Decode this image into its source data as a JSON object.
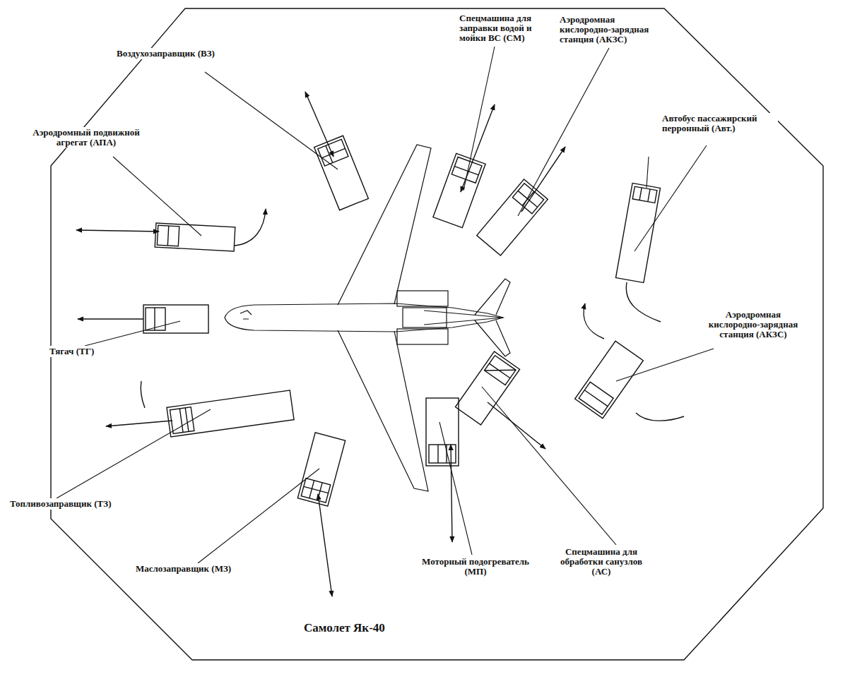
{
  "diagram": {
    "caption": "Самолет Як-40",
    "labels": [
      "Воздухозаправщик (ВЗ)",
      "Спецмашина для заправки водой и мойки ВС (СМ)",
      "Аэродромная кислородно-зарядная станция (АКЗС)",
      "Автобус пассажирский перронный (Авт.)",
      "Аэродромный подвижной агрегат (АПА)",
      "Тягач (ТГ)",
      "Аэродромная кислородно-зарядная станция (АКЗС)",
      "Топливозаправщик (ТЗ)",
      "Спецмашина для обработки санузлов (АС)",
      "Моторный подогреватель (МП)",
      "Маслозаправщик (МЗ)"
    ]
  }
}
